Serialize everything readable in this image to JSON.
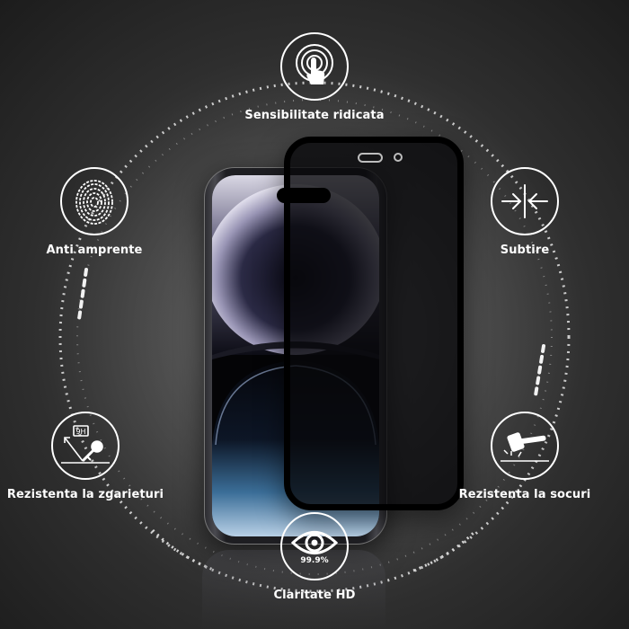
{
  "features": {
    "sensitivity": {
      "label": "Sensibilitate ridicata",
      "icon": "touch-icon"
    },
    "fingerprint": {
      "label": "Anti amprente",
      "icon": "fingerprint-icon"
    },
    "thin": {
      "label": "Subtire",
      "icon": "thin-arrows-icon"
    },
    "scratch": {
      "label": "Rezistenta la zgarieturi",
      "icon": "scratch-key-icon",
      "badge_text": "9H"
    },
    "shock": {
      "label": "Rezistenta la socuri",
      "icon": "hammer-icon"
    },
    "clarity": {
      "label": "Claritate HD",
      "icon": "eye-icon",
      "badge_text": "99.9%"
    }
  },
  "colors": {
    "background": "#2e2e2e",
    "accent": "#ffffff",
    "protector": "#000000"
  }
}
